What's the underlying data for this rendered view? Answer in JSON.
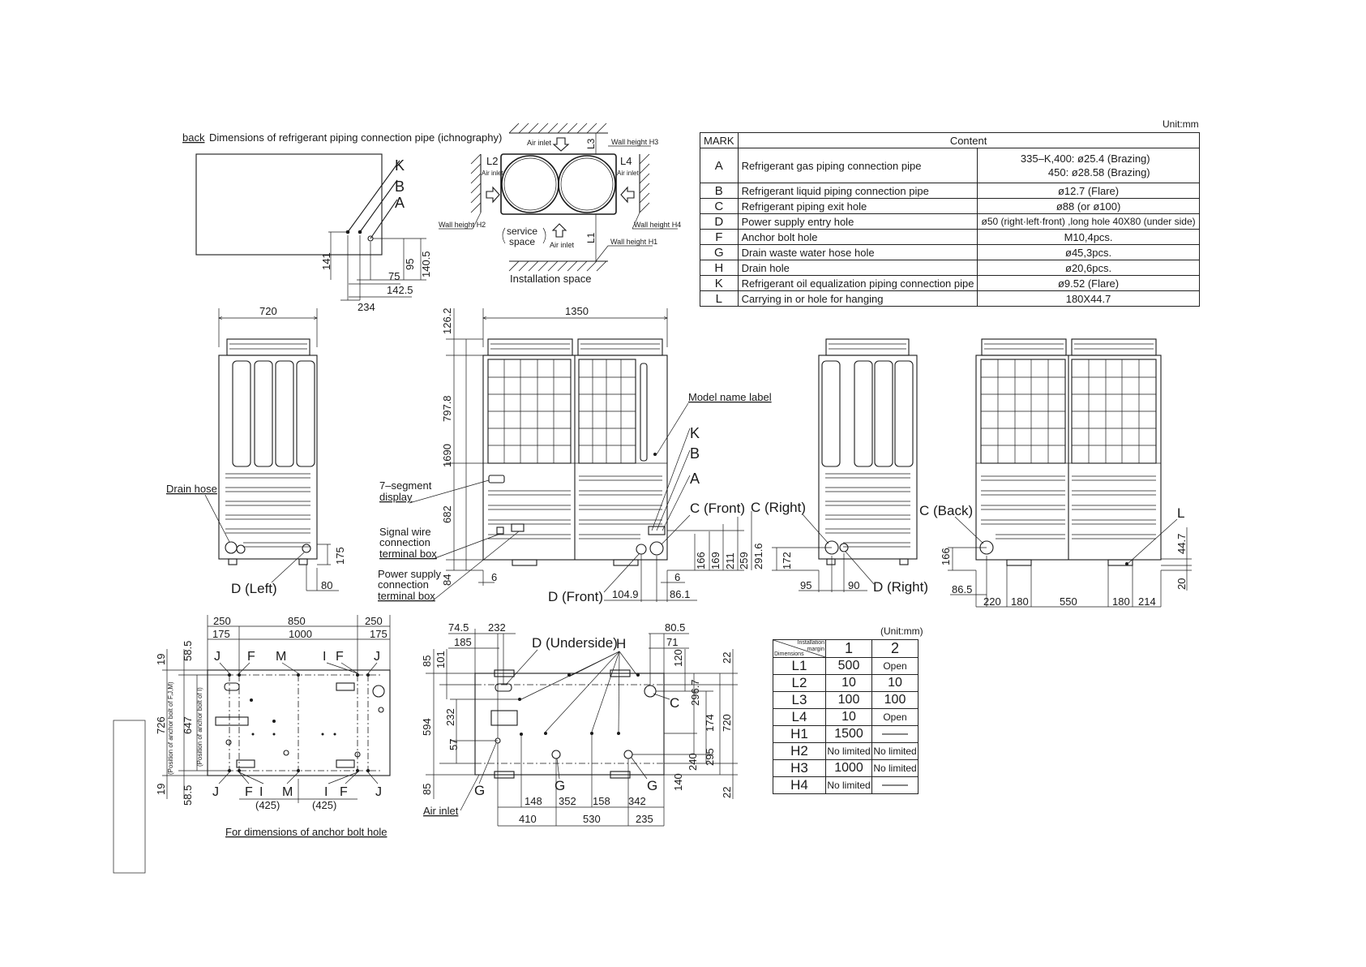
{
  "unit": "Unit:mm",
  "spec_table": {
    "header_mark": "MARK",
    "header_content": "Content",
    "rows": [
      {
        "mark": "A",
        "content": "Refrigerant gas piping connection pipe",
        "value": "335–K,400: ø25.4 (Brazing)",
        "value2": "450: ø28.58 (Brazing)"
      },
      {
        "mark": "B",
        "content": "Refrigerant liquid piping connection pipe",
        "value": "ø12.7 (Flare)"
      },
      {
        "mark": "C",
        "content": "Refrigerant piping exit hole",
        "value": "ø88 (or ø100)"
      },
      {
        "mark": "D",
        "content": "Power supply entry hole",
        "value": "ø50 (right·left·front) ,long hole 40X80 (under side)"
      },
      {
        "mark": "F",
        "content": "Anchor bolt hole",
        "value": "M10,4pcs."
      },
      {
        "mark": "G",
        "content": "Drain waste water hose hole",
        "value": "ø45,3pcs."
      },
      {
        "mark": "H",
        "content": "Drain hole",
        "value": "ø20,6pcs."
      },
      {
        "mark": "K",
        "content": "Refrigerant oil equalization piping connection pipe",
        "value": "ø9.52 (Flare)"
      },
      {
        "mark": "L",
        "content": "Carrying in or hole for hanging",
        "value": "180X44.7"
      }
    ]
  },
  "margin_table": {
    "unit": "(Unit:mm)",
    "corner_top": "Installation margin",
    "corner_bottom": "Dimensions",
    "col1": "1",
    "col2": "2",
    "rows": [
      {
        "dim": "L1",
        "v1": "500",
        "v2": "Open"
      },
      {
        "dim": "L2",
        "v1": "10",
        "v2": "10"
      },
      {
        "dim": "L3",
        "v1": "100",
        "v2": "100"
      },
      {
        "dim": "L4",
        "v1": "10",
        "v2": "Open"
      },
      {
        "dim": "H1",
        "v1": "1500",
        "v2": "——"
      },
      {
        "dim": "H2",
        "v1": "No limited",
        "v2": "No limited"
      },
      {
        "dim": "H3",
        "v1": "1000",
        "v2": "No limited"
      },
      {
        "dim": "H4",
        "v1": "No limited",
        "v2": "——"
      }
    ]
  },
  "piping_view": {
    "back": "back",
    "title": "Dimensions of refrigerant piping connection pipe (ichnography)",
    "k": "K",
    "b": "B",
    "a": "A",
    "d141": "141",
    "d95": "95",
    "d140_5": "140.5",
    "d75": "75",
    "d142_5": "142.5",
    "d234": "234"
  },
  "install_view": {
    "air_inlet_top": "Air inlet",
    "air_inlet_left": "Air inlet",
    "air_inlet_right": "Air inlet",
    "air_inlet_bottom": "Air inlet",
    "l1": "L1",
    "l2": "L2",
    "l3": "L3",
    "l4": "L4",
    "h1": "Wall height H1",
    "h2": "Wall height H2",
    "h3": "Wall height H3",
    "h4": "Wall height H4",
    "service1": "service",
    "service2": "space",
    "caption": "Installation space"
  },
  "left_view": {
    "width": "720",
    "drain_hose": "Drain hose",
    "d_left": "D (Left)",
    "d175": "175",
    "d80": "80"
  },
  "front_view": {
    "width": "1350",
    "d126_2": "126.2",
    "d797_8": "797.8",
    "d1690": "1690",
    "d682": "682",
    "d84": "84",
    "seg1": "7–segment",
    "seg2": "display",
    "sig1": "Signal wire",
    "sig2": "connection",
    "sig3": "terminal box",
    "pow1": "Power supply",
    "pow2": "connection",
    "pow3": "terminal box",
    "model_label": "Model name label",
    "k": "K",
    "b": "B",
    "a": "A",
    "c_front": "C (Front)",
    "d_front": "D (Front)",
    "d6a": "6",
    "d6b": "6",
    "d104_9": "104.9",
    "d86_1": "86.1",
    "d166": "166",
    "d169": "169",
    "d211": "211",
    "d259": "259",
    "d291_6": "291.6"
  },
  "right_view": {
    "c_right": "C (Right)",
    "d_right": "D (Right)",
    "d172": "172",
    "d95": "95",
    "d90": "90"
  },
  "back_view": {
    "c_back": "C (Back)",
    "l": "L",
    "d166": "166",
    "d44_7": "44.7",
    "d20": "20",
    "d86_5": "86.5",
    "d220": "220",
    "d180a": "180",
    "d550": "550",
    "d180b": "180",
    "d214": "214"
  },
  "anchor_view": {
    "d250a": "250",
    "d850": "850",
    "d250b": "250",
    "d175a": "175",
    "d1000": "1000",
    "d175b": "175",
    "j": "J",
    "f": "F",
    "i": "I",
    "m": "M",
    "d19a": "19",
    "d58_5a": "58.5",
    "d726": "726",
    "d647": "647",
    "d19b": "19",
    "d58_5b": "58.5",
    "pos1": "(Position of anchor bolt of F,J,M)",
    "pos2": "(Position of anchor bolt of I)",
    "d425a": "(425)",
    "d425b": "(425)",
    "caption": "For dimensions of anchor bolt hole"
  },
  "bottom_view": {
    "d74_5": "74.5",
    "d232": "232",
    "d185": "185",
    "d_under": "D (Underside)",
    "h": "H",
    "d80_5": "80.5",
    "d71": "71",
    "d85a": "85",
    "d101": "101",
    "d594": "594",
    "d232v": "232",
    "d57": "57",
    "d85b": "85",
    "d120": "120",
    "d296_7": "296.7",
    "d174": "174",
    "d720": "720",
    "d240": "240",
    "d295": "295",
    "d140": "140",
    "d22a": "22",
    "d22b": "22",
    "c": "C",
    "g": "G",
    "d148": "148",
    "d352": "352",
    "d158": "158",
    "d342": "342",
    "d410": "410",
    "d530": "530",
    "d235": "235",
    "air_inlet": "Air inlet"
  }
}
